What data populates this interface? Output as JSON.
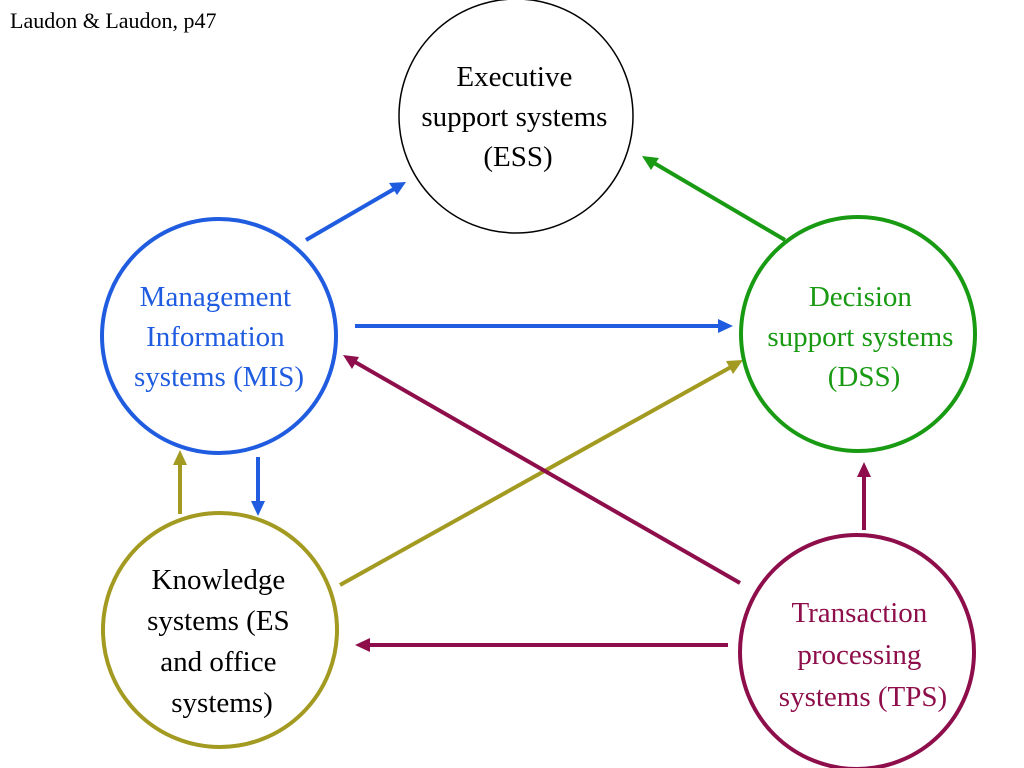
{
  "caption": "Laudon & Laudon, p47",
  "colors": {
    "ess": "#000000",
    "mis": "#1f5ce0",
    "dss": "#199a13",
    "ks": "#a39a21",
    "tps": "#8d0e4a"
  },
  "nodes": {
    "ess": {
      "lines": [
        "Executive",
        "support systems",
        "(ESS)"
      ]
    },
    "mis": {
      "lines": [
        "Management",
        "Information",
        "systems (MIS)"
      ]
    },
    "dss": {
      "lines": [
        "Decision",
        "support systems",
        "(DSS)"
      ]
    },
    "ks": {
      "lines": [
        "Knowledge",
        "systems (ES",
        "and office",
        "systems)"
      ]
    },
    "tps": {
      "lines": [
        "Transaction",
        "processing",
        "systems (TPS)"
      ]
    }
  },
  "edges": [
    {
      "from": "mis",
      "to": "ess"
    },
    {
      "from": "dss",
      "to": "ess"
    },
    {
      "from": "mis",
      "to": "dss"
    },
    {
      "from": "mis",
      "to": "ks"
    },
    {
      "from": "ks",
      "to": "mis"
    },
    {
      "from": "ks",
      "to": "dss"
    },
    {
      "from": "tps",
      "to": "mis"
    },
    {
      "from": "tps",
      "to": "ks"
    },
    {
      "from": "tps",
      "to": "dss"
    }
  ]
}
